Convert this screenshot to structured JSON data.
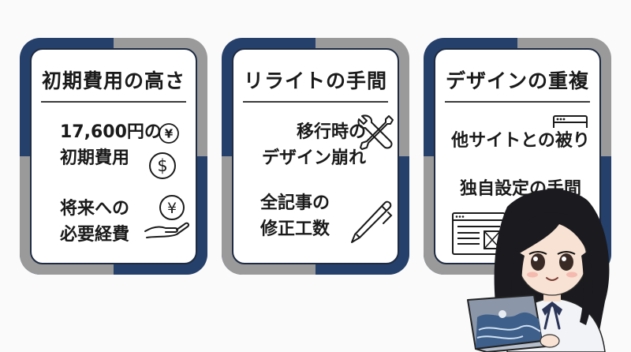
{
  "cards": [
    {
      "title": "初期費用の高さ",
      "items": [
        {
          "line1": "17,600円の",
          "line2": "初期費用"
        },
        {
          "line1": "将来への",
          "line2": "必要経費"
        }
      ]
    },
    {
      "title": "リライトの手間",
      "items": [
        {
          "line1": "移行時の",
          "line2": "デザイン崩れ"
        },
        {
          "line1": "全記事の",
          "line2": "修正工数"
        }
      ]
    },
    {
      "title": "デザインの重複",
      "items": [
        {
          "line1": "他サイトとの被り"
        },
        {
          "line1": "独自設定の手間"
        }
      ]
    }
  ],
  "icons": {
    "yen_symbol": "¥",
    "dollar_symbol": "$",
    "hand_yen_symbol": "¥"
  }
}
